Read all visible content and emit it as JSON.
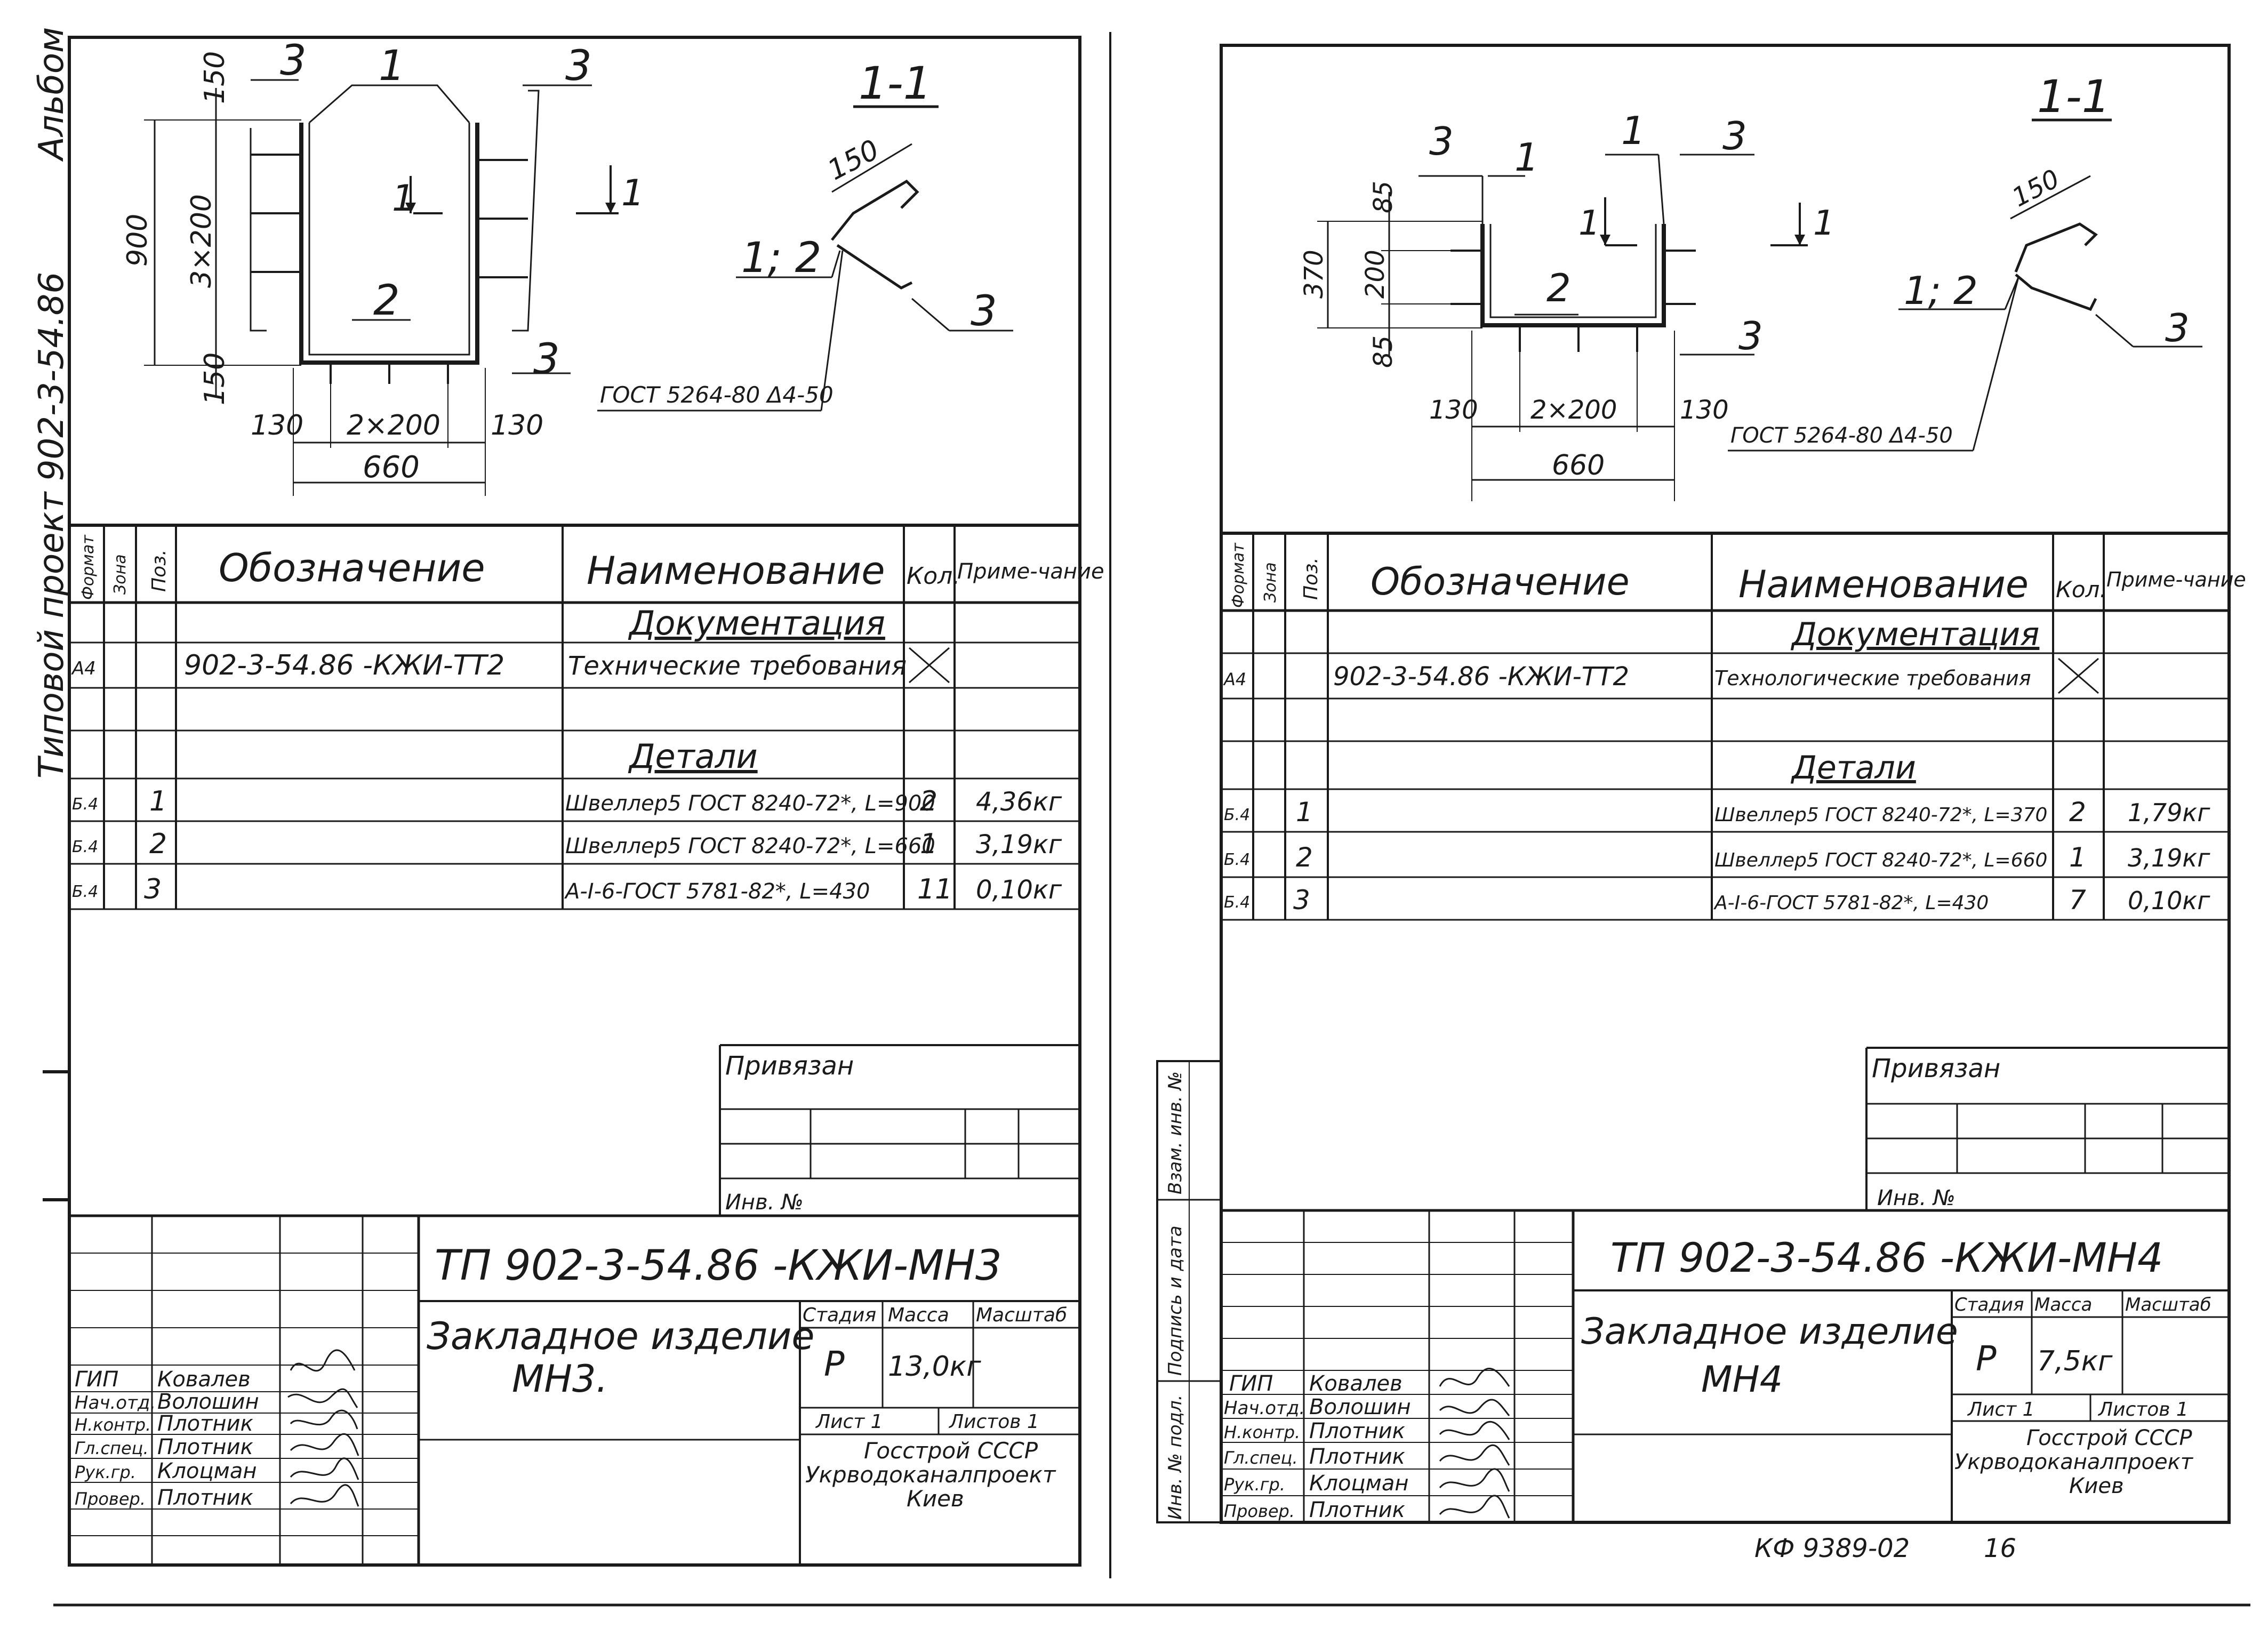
{
  "margin_label": "Типовой проект 902-3-54.86",
  "margin_label_extra": "Альбом",
  "footer": {
    "code": "КФ 9389-02",
    "page": "16"
  },
  "sheets": [
    {
      "section_mark": "1-1",
      "drawing": {
        "dim_top": "150",
        "dim_height": "900",
        "dim_step": "3×200",
        "dim_bottom": "150",
        "dim_left": "130",
        "dim_mid": "2×200",
        "dim_right": "130",
        "dim_width": "660",
        "pos1": "1",
        "pos2": "2",
        "pos3a": "3",
        "pos3b": "3",
        "pos3c": "3",
        "cut_left": "1",
        "cut_right": "1",
        "detail_dim": "150",
        "detail_label": "1; 2",
        "detail_pos": "3",
        "weld_note": "ГОСТ 5264-80 Δ4-50"
      },
      "table": {
        "headers": {
          "format": "Формат",
          "zone": "Зона",
          "pos": "Поз.",
          "designation": "Обозначение",
          "name": "Наименование",
          "qty": "Кол.",
          "note": "Приме-чание"
        },
        "section_docs": "Документация",
        "doc_row": {
          "format": "А4",
          "designation": "902-3-54.86 -КЖИ-ТТ2",
          "name": "Технические требования"
        },
        "section_parts": "Детали",
        "rows": [
          {
            "format": "Б.4",
            "pos": "1",
            "name": "Швеллер5 ГОСТ 8240-72*, L=900",
            "qty": "2",
            "note": "4,36кг"
          },
          {
            "format": "Б.4",
            "pos": "2",
            "name": "Швеллер5 ГОСТ 8240-72*, L=660",
            "qty": "1",
            "note": "3,19кг"
          },
          {
            "format": "Б.4",
            "pos": "3",
            "name": "А-I-6-ГОСТ 5781-82*, L=430",
            "qty": "11",
            "note": "0,10кг"
          }
        ]
      },
      "privyazan": "Привязан",
      "inv_no": "Инв. №",
      "title_block": {
        "code": "ТП 902-3-54.86 -КЖИ-МН3",
        "title_line1": "Закладное изделие",
        "title_line2": "МН3.",
        "stage_label": "Стадия",
        "mass_label": "Масса",
        "scale_label": "Масштаб",
        "stage": "Р",
        "mass": "13,0кг",
        "sheet": "Лист 1",
        "sheets": "Листов 1",
        "org1": "Госстрой СССР",
        "org2": "Укрводоканалпроект",
        "org3": "Киев",
        "staff": [
          {
            "role": "ГИП",
            "name": "Ковалев"
          },
          {
            "role": "Нач.отд.",
            "name": "Волошин"
          },
          {
            "role": "Н.контр.",
            "name": "Плотник"
          },
          {
            "role": "Гл.спец.",
            "name": "Плотник"
          },
          {
            "role": "Рук.гр.",
            "name": "Клоцман"
          },
          {
            "role": "Провер.",
            "name": "Плотник"
          }
        ]
      }
    },
    {
      "section_mark": "1-1",
      "drawing": {
        "dim_top": "85",
        "dim_height": "370",
        "dim_step": "200",
        "dim_bottom": "85",
        "dim_left": "130",
        "dim_mid": "2×200",
        "dim_right": "130",
        "dim_width": "660",
        "pos1": "1",
        "pos2": "2",
        "pos3a": "3",
        "pos3b": "3",
        "pos3c": "3",
        "cut_left": "1",
        "cut_right": "1",
        "detail_dim": "150",
        "detail_label": "1; 2",
        "detail_pos": "3",
        "weld_note": "ГОСТ 5264-80 Δ4-50"
      },
      "table": {
        "headers": {
          "format": "Формат",
          "zone": "Зона",
          "pos": "Поз.",
          "designation": "Обозначение",
          "name": "Наименование",
          "qty": "Кол.",
          "note": "Приме-чание"
        },
        "section_docs": "Документация",
        "doc_row": {
          "format": "А4",
          "designation": "902-3-54.86 -КЖИ-ТТ2",
          "name": "Технологические требования"
        },
        "section_parts": "Детали",
        "rows": [
          {
            "format": "Б.4",
            "pos": "1",
            "name": "Швеллер5 ГОСТ 8240-72*, L=370",
            "qty": "2",
            "note": "1,79кг"
          },
          {
            "format": "Б.4",
            "pos": "2",
            "name": "Швеллер5 ГОСТ 8240-72*, L=660",
            "qty": "1",
            "note": "3,19кг"
          },
          {
            "format": "Б.4",
            "pos": "3",
            "name": "А-I-6-ГОСТ 5781-82*, L=430",
            "qty": "7",
            "note": "0,10кг"
          }
        ]
      },
      "privyazan": "Привязан",
      "inv_no": "Инв. №",
      "side_stamp": {
        "inv_orig": "Инв. № подл.",
        "sign_date": "Подпись и дата",
        "vzam": "Взам. инв. №"
      },
      "title_block": {
        "code": "ТП 902-3-54.86 -КЖИ-МН4",
        "title_line1": "Закладное изделие",
        "title_line2": "МН4",
        "stage_label": "Стадия",
        "mass_label": "Масса",
        "scale_label": "Масштаб",
        "stage": "Р",
        "mass": "7,5кг",
        "sheet": "Лист 1",
        "sheets": "Листов 1",
        "org1": "Госстрой СССР",
        "org2": "Укрводоканалпроект",
        "org3": "Киев",
        "staff": [
          {
            "role": "ГИП",
            "name": "Ковалев"
          },
          {
            "role": "Нач.отд.",
            "name": "Волошин"
          },
          {
            "role": "Н.контр.",
            "name": "Плотник"
          },
          {
            "role": "Гл.спец.",
            "name": "Плотник"
          },
          {
            "role": "Рук.гр.",
            "name": "Клоцман"
          },
          {
            "role": "Провер.",
            "name": "Плотник"
          }
        ]
      }
    }
  ]
}
